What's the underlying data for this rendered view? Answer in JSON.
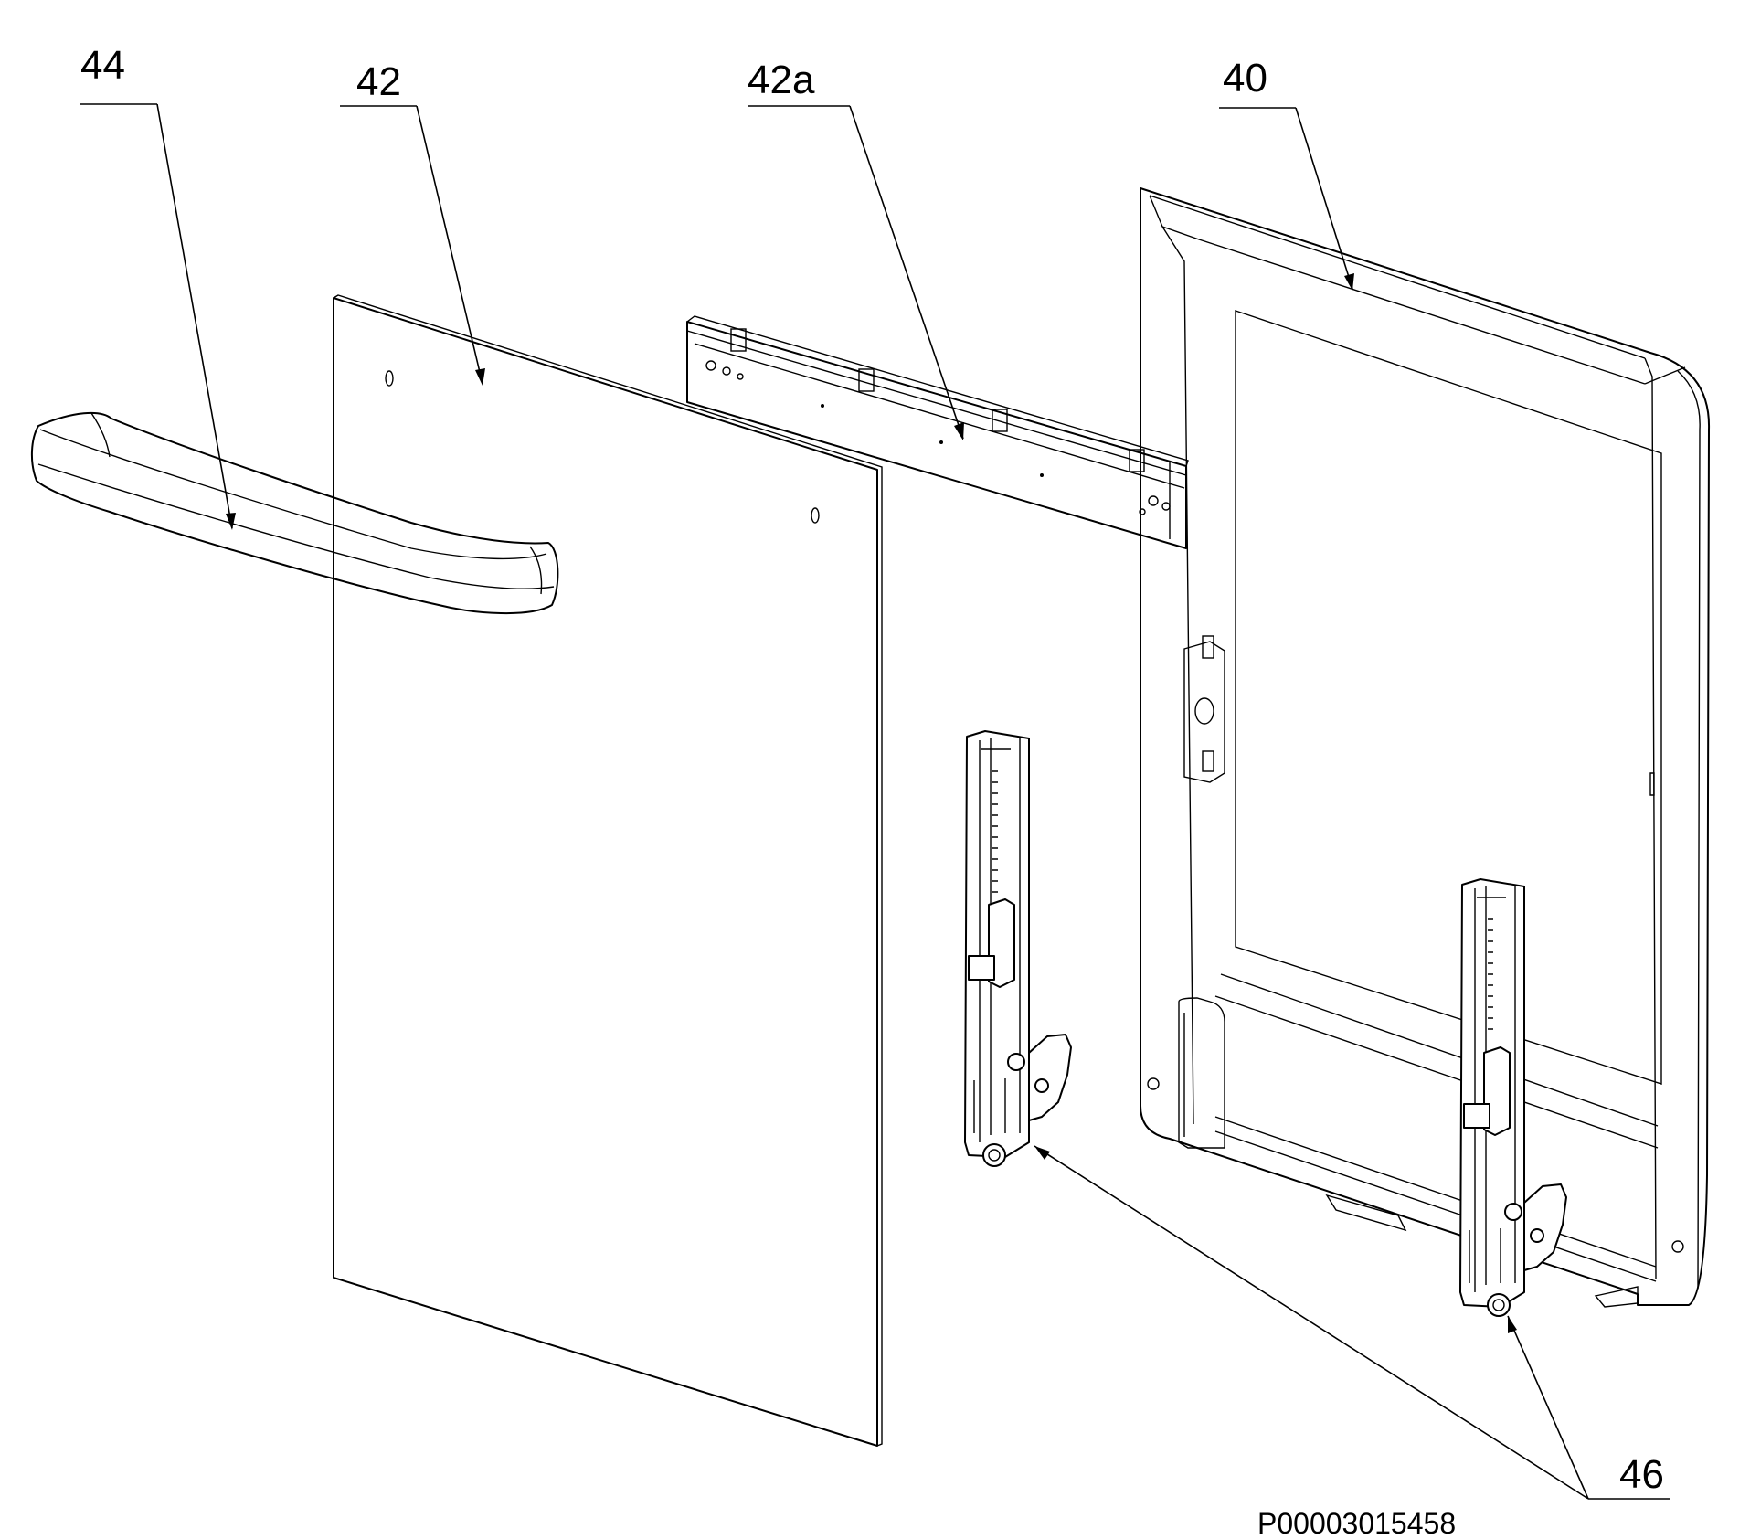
{
  "labels": {
    "handle": "44",
    "glass_panel": "42",
    "top_profile": "42a",
    "inner_door": "40",
    "hinges": "46"
  },
  "reference_code": "P00003015458"
}
